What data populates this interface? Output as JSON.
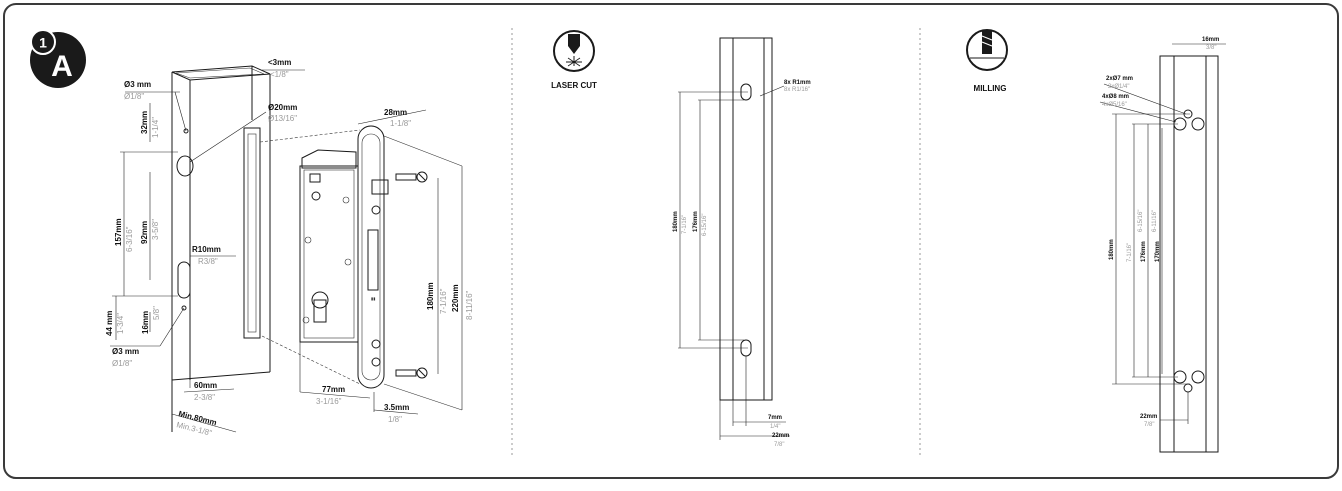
{
  "step": {
    "number": "1",
    "letter": "A"
  },
  "panel_a": {
    "hole_small_top": {
      "metric": "Ø3 mm",
      "imperial": "Ø1/8\""
    },
    "hole_small_bottom": {
      "metric": "Ø3 mm",
      "imperial": "Ø1/8\""
    },
    "wall": {
      "metric": "<3mm",
      "imperial": "<1/8\""
    },
    "hole_large": {
      "metric": "Ø20mm",
      "imperial": "Ø13/16\""
    },
    "radius": {
      "metric": "R10mm",
      "imperial": "R3/8\""
    },
    "d32": {
      "metric": "32mm",
      "imperial": "1-1/4\""
    },
    "d157": {
      "metric": "157mm",
      "imperial": "6-3/16\""
    },
    "d92": {
      "metric": "92mm",
      "imperial": "3-5/8\""
    },
    "d44": {
      "metric": "44 mm",
      "imperial": "1-3/4\""
    },
    "d16": {
      "metric": "16mm",
      "imperial": "5/8\""
    },
    "d60": {
      "metric": "60mm",
      "imperial": "2-3/8\""
    },
    "dmin80": {
      "metric": "Min.80mm",
      "imperial": "Min.3-1/8\""
    },
    "d28": {
      "metric": "28mm",
      "imperial": "1-1/8\""
    },
    "d180": {
      "metric": "180mm",
      "imperial": "7-1/16\""
    },
    "d220": {
      "metric": "220mm",
      "imperial": "8-11/16\""
    },
    "d77": {
      "metric": "77mm",
      "imperial": "3-1/16\""
    },
    "d35": {
      "metric": "3.5mm",
      "imperial": "1/8\""
    }
  },
  "panel_laser": {
    "label": "LASER CUT",
    "slot": {
      "metric": "8x R1mm",
      "imperial": "8x R1/16\""
    },
    "d180": {
      "metric": "180mm",
      "imperial": "7-1/16\""
    },
    "d176": {
      "metric": "176mm",
      "imperial": "6-15/16\""
    },
    "d7": {
      "metric": "7mm",
      "imperial": "1/4\""
    },
    "d22": {
      "metric": "22mm",
      "imperial": "7/8\""
    }
  },
  "panel_milling": {
    "label": "MILLING",
    "d16": {
      "metric": "16mm",
      "imperial": "3/8\""
    },
    "h7": {
      "metric": "2xØ7 mm",
      "imperial": "2xØ1/4\""
    },
    "h8": {
      "metric": "4xØ8 mm",
      "imperial": "4xØ5/16\""
    },
    "d180": {
      "metric": "180mm",
      "imperial": "7-1/16\""
    },
    "d176": {
      "metric": "176mm",
      "imperial": "6-15/16\""
    },
    "d170": {
      "metric": "170mm",
      "imperial": "6-11/16\""
    },
    "d22": {
      "metric": "22mm",
      "imperial": "7/8\""
    }
  },
  "colors": {
    "frame": "#3a3a3a",
    "ink": "#1a1a1a",
    "imperial": "#9a9a9a",
    "badge": "#1a1a1a"
  }
}
